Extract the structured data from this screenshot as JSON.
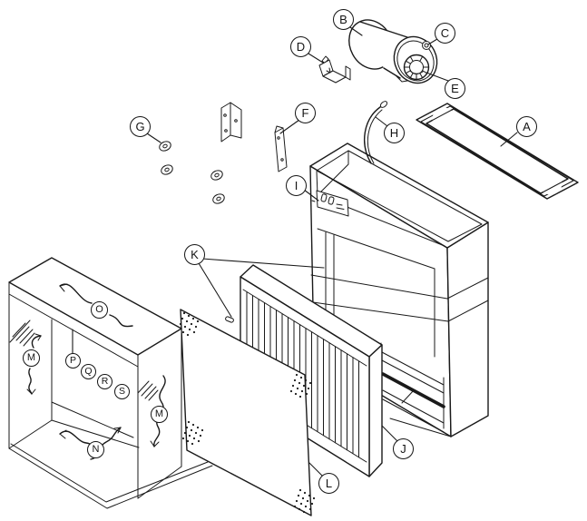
{
  "diagram": {
    "kind": "exploded-parts-view",
    "labels": {
      "a": "A",
      "b": "B",
      "c": "C",
      "d": "D",
      "e": "E",
      "f": "F",
      "g": "G",
      "h": "H",
      "i": "I",
      "j": "J",
      "k": "K",
      "l": "L",
      "m1": "M",
      "m2": "M",
      "n": "N",
      "o": "O",
      "p": "P",
      "q": "Q",
      "r": "R",
      "s": "S"
    }
  },
  "colors": {
    "ink": "#1a1a1a",
    "paper": "#ffffff"
  }
}
